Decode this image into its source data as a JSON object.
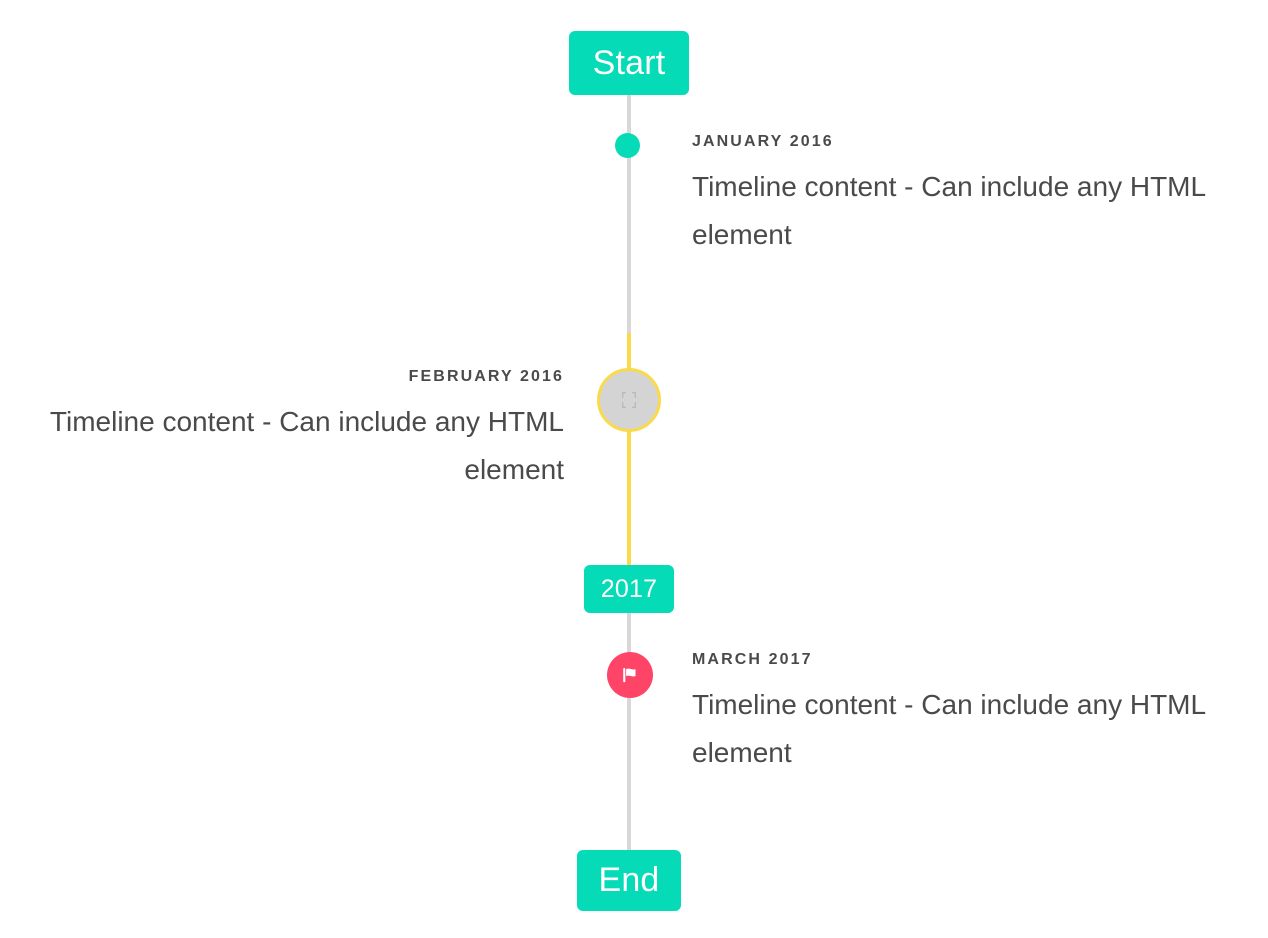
{
  "timeline": {
    "accent_color": "#05dbb6",
    "spine_color": "#d8d8d8",
    "highlight_color": "#fada4a",
    "flag_color": "#ff4567",
    "text_color": "#4a4a4a",
    "start_label": "Start",
    "year_label": "2017",
    "end_label": "End",
    "events": [
      {
        "date": "January 2016",
        "body": "Timeline content - Can include any HTML element",
        "side": "right",
        "marker": "dot-icon"
      },
      {
        "date": "February 2016",
        "body": "Timeline content - Can include any HTML element",
        "side": "left",
        "marker": "image-placeholder-icon"
      },
      {
        "date": "March 2017",
        "body": "Timeline content - Can include any HTML element",
        "side": "right",
        "marker": "flag-icon"
      }
    ]
  }
}
